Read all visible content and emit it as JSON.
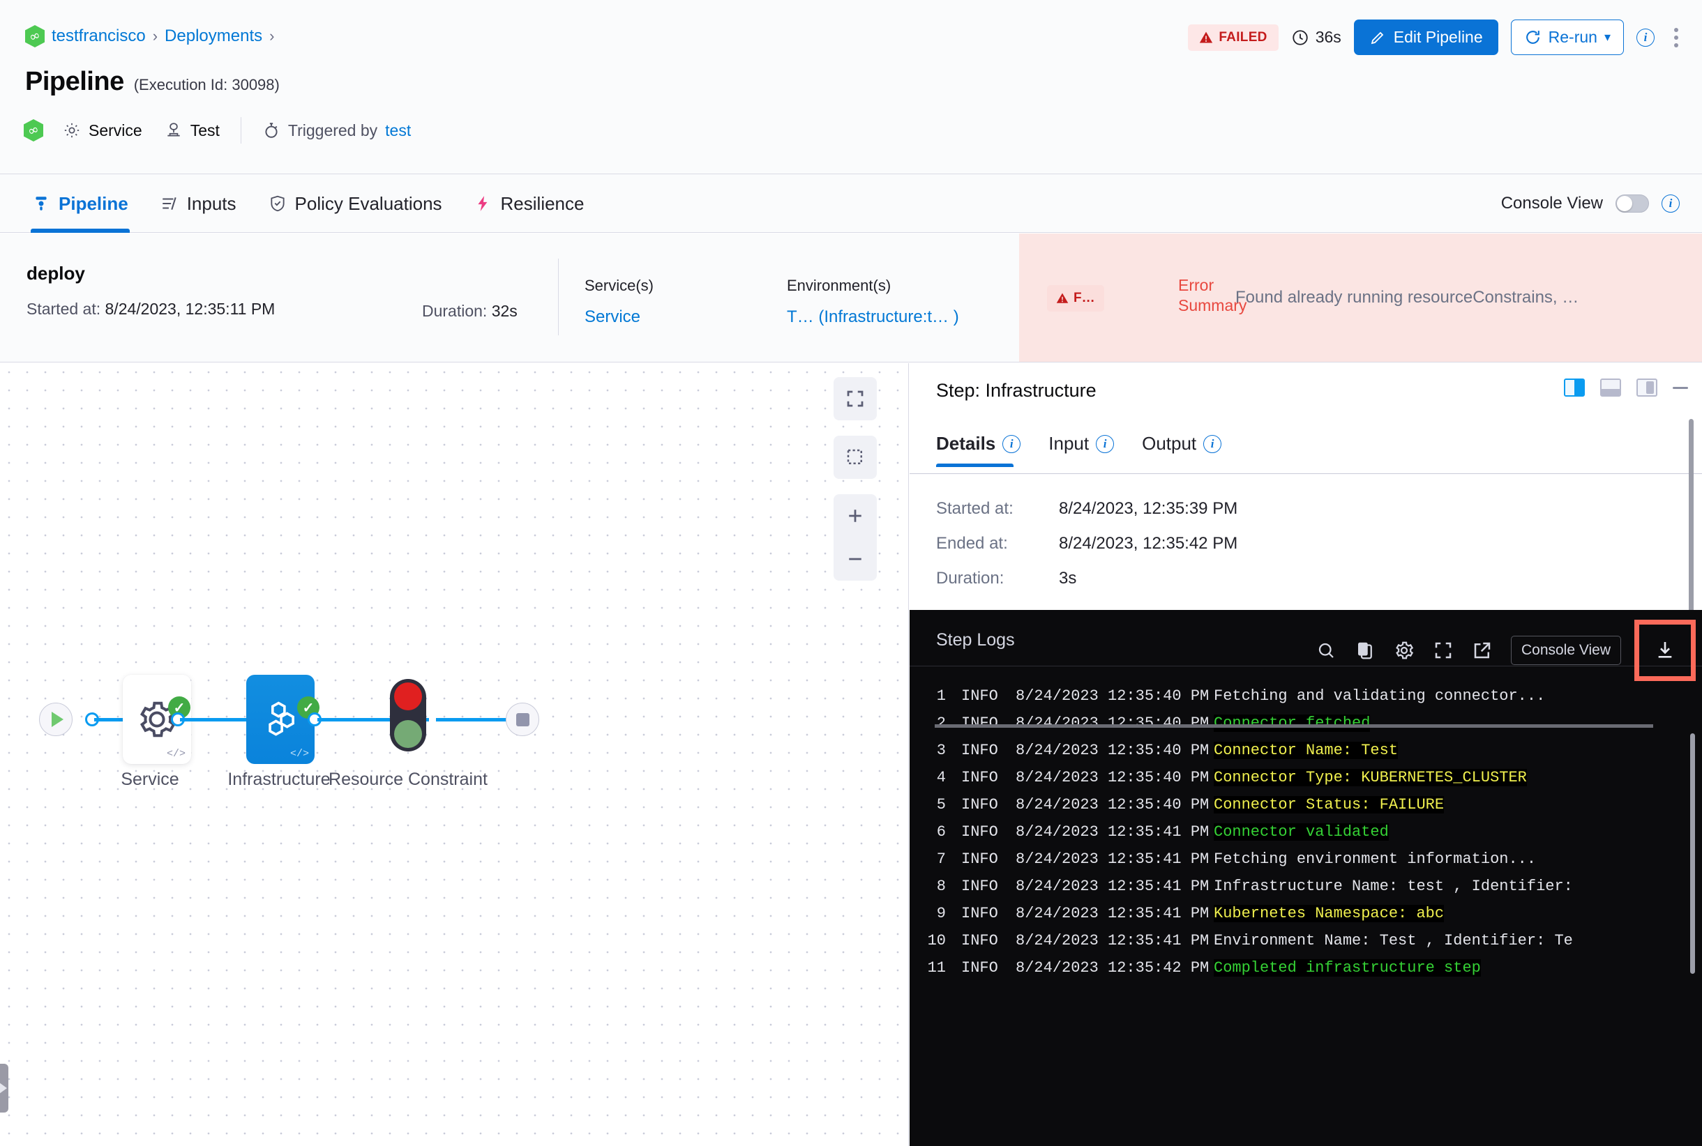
{
  "header": {
    "breadcrumb": [
      {
        "label": "testfrancisco",
        "icon": "harness-logo-icon"
      },
      {
        "label": "Deployments"
      }
    ],
    "breadcrumb_separator": "›",
    "title": "Pipeline",
    "execution_id": "(Execution Id: 30098)",
    "meta": {
      "service_label": "Service",
      "service_icon": "gear-icon",
      "env_label": "Test",
      "env_icon": "infrastructure-icon",
      "trigger_prefix": "Triggered by",
      "trigger_icon": "stopwatch-icon",
      "trigger_user": "test"
    },
    "actions": {
      "status_badge": "FAILED",
      "status_icon": "warning-triangle-icon",
      "duration": "36s",
      "duration_icon": "clock-icon",
      "edit_label": "Edit Pipeline",
      "edit_icon": "pencil-icon",
      "rerun_label": "Re-run",
      "rerun_icon": "refresh-icon",
      "rerun_caret": "▾",
      "info_glyph": "i",
      "menu_icon": "kebab-menu-icon"
    }
  },
  "tabs": {
    "items": [
      {
        "label": "Pipeline",
        "icon": "pipeline-icon",
        "active": true
      },
      {
        "label": "Inputs",
        "icon": "inputs-icon",
        "active": false
      },
      {
        "label": "Policy Evaluations",
        "icon": "shield-check-icon",
        "active": false
      },
      {
        "label": "Resilience",
        "icon": "resilience-icon",
        "active": false
      }
    ],
    "console_view_label": "Console View",
    "console_view_on": false
  },
  "stage_bar": {
    "name": "deploy",
    "started_label": "Started at:",
    "started_value": "8/24/2023, 12:35:11 PM",
    "duration_label": "Duration:",
    "duration_value": "32s",
    "services_header": "Service(s)",
    "services_value": "Service",
    "environments_header": "Environment(s)",
    "environments_value": "T… (Infrastructure:t… )",
    "error_chip": "F…",
    "error_chip_icon": "warning-triangle-icon",
    "error_label_line1": "Error",
    "error_label_line2": "Summary",
    "error_text": "Found already running resourceConstrains, …"
  },
  "canvas": {
    "controls": [
      {
        "name": "fit-to-screen-button",
        "icon": "expand-icon"
      },
      {
        "name": "selection-box-button",
        "icon": "dashed-square-icon"
      },
      {
        "name": "zoom-in-button",
        "icon": "plus-icon"
      },
      {
        "name": "zoom-out-button",
        "icon": "minus-icon"
      }
    ],
    "nodes": [
      {
        "name": "start-node",
        "label": "",
        "icon": "play-icon",
        "status": ""
      },
      {
        "name": "service-node",
        "label": "Service",
        "icon": "gear-icon",
        "status": "success"
      },
      {
        "name": "infrastructure-node",
        "label": "Infrastructure",
        "icon": "infra-hex-icon",
        "status": "success",
        "selected": true
      },
      {
        "name": "resource-constraint-node",
        "label": "Resource Constraint",
        "icon": "traffic-light-icon",
        "status": ""
      },
      {
        "name": "end-node",
        "label": "",
        "icon": "stop-icon",
        "status": ""
      }
    ],
    "sidebar_handle_icon": "chevron-right-icon"
  },
  "step_panel": {
    "title": "Step: Infrastructure",
    "layout_icons": [
      {
        "name": "panel-right-layout-icon",
        "selected": true
      },
      {
        "name": "panel-bottom-layout-icon",
        "selected": false
      },
      {
        "name": "panel-float-layout-icon",
        "selected": false
      },
      {
        "name": "minimize-panel-icon",
        "selected": false
      }
    ],
    "tabs": [
      {
        "label": "Details",
        "active": true,
        "info_icon": "info-icon"
      },
      {
        "label": "Input",
        "active": false,
        "info_icon": "info-icon"
      },
      {
        "label": "Output",
        "active": false,
        "info_icon": "info-icon"
      }
    ],
    "details": [
      {
        "key": "Started at:",
        "value": "8/24/2023, 12:35:39 PM"
      },
      {
        "key": "Ended at:",
        "value": "8/24/2023, 12:35:42 PM"
      },
      {
        "key": "Duration:",
        "value": "3s"
      }
    ]
  },
  "logs": {
    "title": "Step Logs",
    "tools": [
      {
        "name": "search-logs-icon",
        "icon": "search-icon"
      },
      {
        "name": "copy-logs-icon",
        "icon": "copy-icon"
      },
      {
        "name": "log-settings-icon",
        "icon": "gear-icon"
      },
      {
        "name": "fullscreen-logs-icon",
        "icon": "fullscreen-icon"
      },
      {
        "name": "open-external-logs-icon",
        "icon": "external-link-icon"
      }
    ],
    "console_view_button": "Console View",
    "download_icon": "download-icon",
    "download_highlighted": true,
    "highlight_color": "#fb6a5a",
    "lines": [
      {
        "n": "1",
        "level": "INFO",
        "ts": "8/24/2023 12:35:40 PM",
        "msg": "Fetching and validating connector...",
        "color": "plain"
      },
      {
        "n": "2",
        "level": "INFO",
        "ts": "8/24/2023 12:35:40 PM",
        "msg": "Connector fetched",
        "color": "green"
      },
      {
        "n": "3",
        "level": "INFO",
        "ts": "8/24/2023 12:35:40 PM",
        "msg": "Connector Name: Test",
        "color": "yellow"
      },
      {
        "n": "4",
        "level": "INFO",
        "ts": "8/24/2023 12:35:40 PM",
        "msg": "Connector Type: KUBERNETES_CLUSTER",
        "color": "yellow"
      },
      {
        "n": "5",
        "level": "INFO",
        "ts": "8/24/2023 12:35:40 PM",
        "msg": "Connector Status: FAILURE",
        "color": "yellow"
      },
      {
        "n": "6",
        "level": "INFO",
        "ts": "8/24/2023 12:35:41 PM",
        "msg": "Connector validated",
        "color": "green"
      },
      {
        "n": "7",
        "level": "INFO",
        "ts": "8/24/2023 12:35:41 PM",
        "msg": "Fetching environment information...",
        "color": "plain"
      },
      {
        "n": "8",
        "level": "INFO",
        "ts": "8/24/2023 12:35:41 PM",
        "msg": "Infrastructure Name: test , Identifier:",
        "color": "plain"
      },
      {
        "n": "9",
        "level": "INFO",
        "ts": "8/24/2023 12:35:41 PM",
        "msg": "Kubernetes Namespace: abc",
        "color": "yellow"
      },
      {
        "n": "10",
        "level": "INFO",
        "ts": "8/24/2023 12:35:41 PM",
        "msg": "Environment Name: Test , Identifier: Te",
        "color": "plain"
      },
      {
        "n": "11",
        "level": "INFO",
        "ts": "8/24/2023 12:35:42 PM",
        "msg": "Completed infrastructure step",
        "color": "green"
      }
    ]
  },
  "colors": {
    "accent_blue": "#0a73d6",
    "link_blue": "#0278d5",
    "failed_red": "#c41c1c",
    "success_green": "#42ab45",
    "node_blue": "#0a83db",
    "highlight_orange": "#fb6a5a"
  }
}
